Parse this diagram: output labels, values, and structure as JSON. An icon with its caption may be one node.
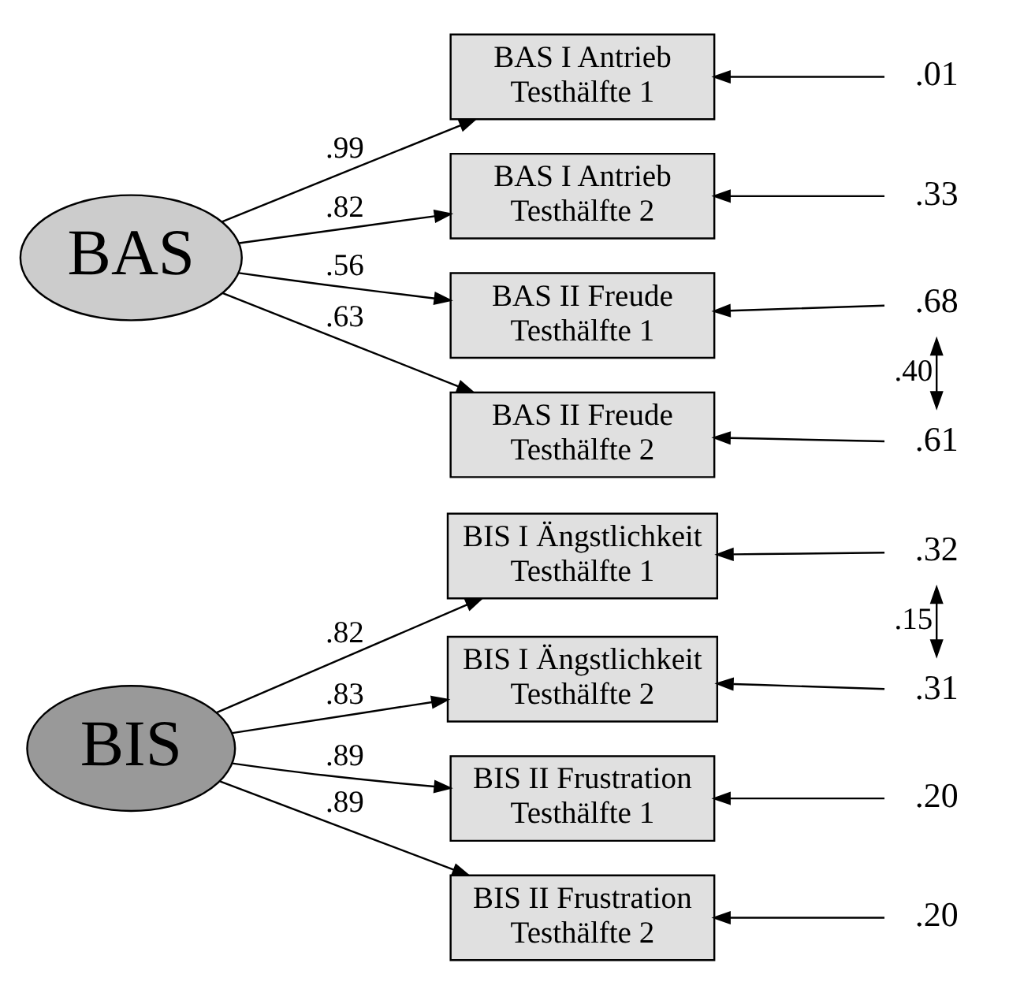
{
  "diagram": {
    "nodes": [
      {
        "text": [
          "BIS"
        ]
      },
      {
        "text": [
          "BIS I Ängstlichkeit",
          "Testhälfte 1"
        ]
      },
      {
        "text": [
          "BIS I Ängstlichkeit",
          "Testhälfte 2"
        ]
      },
      {
        "text": [
          "BIS II Frustration",
          "Testhälfte 1"
        ]
      },
      {
        "text": [
          "BIS II Frustration",
          "Testhälfte 2"
        ]
      },
      {
        "text": [
          ".32"
        ]
      },
      {
        "text": [
          ".31"
        ]
      },
      {
        "text": [
          ".20"
        ]
      },
      {
        "text": [
          ".20"
        ]
      },
      {
        "text": [
          "BAS"
        ]
      },
      {
        "text": [
          "BAS I Antrieb",
          "Testhälfte 1"
        ]
      },
      {
        "text": [
          "BAS I Antrieb",
          "Testhälfte 2"
        ]
      },
      {
        "text": [
          "BAS II Freude",
          "Testhälfte 1"
        ]
      },
      {
        "text": [
          "BAS II Freude",
          "Testhälfte 2"
        ]
      },
      {
        "text": [
          ".01"
        ]
      },
      {
        "text": [
          ".33"
        ]
      },
      {
        "text": [
          ".68"
        ]
      },
      {
        "text": [
          ".61"
        ]
      }
    ],
    "edges": [
      {
        "from": 0,
        "to": 1,
        "arrow": "to",
        "label": ".82"
      },
      {
        "from": 0,
        "to": 2,
        "arrow": "to",
        "label": ".83"
      },
      {
        "from": 0,
        "to": 3,
        "arrow": "to",
        "label": ".89"
      },
      {
        "from": 0,
        "to": 4,
        "arrow": "to",
        "label": ".89"
      },
      {
        "from": 5,
        "to": 1,
        "arrow": "to"
      },
      {
        "from": 6,
        "to": 2,
        "arrow": "to"
      },
      {
        "from": 7,
        "to": 3,
        "arrow": "to"
      },
      {
        "from": 8,
        "to": 4,
        "arrow": "to"
      },
      {
        "from": 5,
        "to": 6,
        "arrow": "both",
        "label": ".15"
      },
      {
        "from": 9,
        "to": 10,
        "arrow": "to",
        "label": ".99"
      },
      {
        "from": 9,
        "to": 11,
        "arrow": "to",
        "label": ".82"
      },
      {
        "from": 9,
        "to": 12,
        "arrow": "to",
        "label": ".56"
      },
      {
        "from": 9,
        "to": 13,
        "arrow": "to",
        "label": ".63"
      },
      {
        "from": 14,
        "to": 10,
        "arrow": "to"
      },
      {
        "from": 15,
        "to": 11,
        "arrow": "to"
      },
      {
        "from": 16,
        "to": 12,
        "arrow": "to"
      },
      {
        "from": 17,
        "to": 13,
        "arrow": "to"
      },
      {
        "from": 16,
        "to": 17,
        "arrow": "both",
        "label": ".40"
      }
    ]
  }
}
